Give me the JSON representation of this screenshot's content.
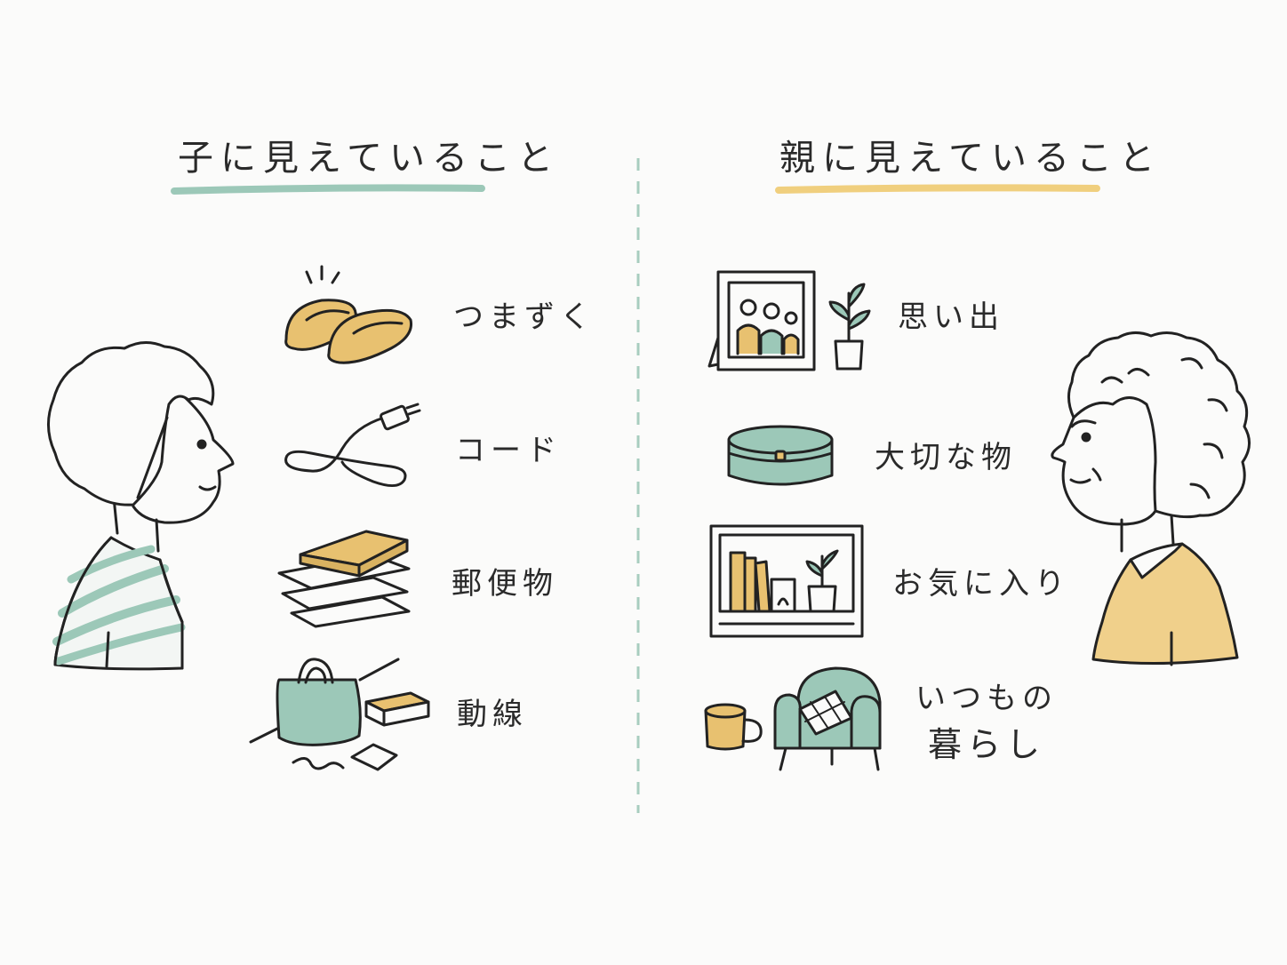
{
  "left_panel": {
    "heading": "子に見えていること",
    "accent_color": "#9cc8b8",
    "items": [
      {
        "label": "つまずく",
        "icon": "slippers-icon"
      },
      {
        "label": "コード",
        "icon": "power-cord-icon"
      },
      {
        "label": "郵便物",
        "icon": "mail-pile-icon"
      },
      {
        "label": "動線",
        "icon": "cluttered-floor-icon"
      }
    ]
  },
  "right_panel": {
    "heading": "親に見えていること",
    "accent_color": "#f0cf7e",
    "items": [
      {
        "label": "思い出",
        "icon": "family-photo-frame-icon"
      },
      {
        "label": "大切な物",
        "icon": "keepsake-box-icon"
      },
      {
        "label": "お気に入り",
        "icon": "bookshelf-icon"
      },
      {
        "label_line1": "いつもの",
        "label_line2": "暮らし",
        "icon": "armchair-and-mug-icon"
      }
    ]
  },
  "colors": {
    "mint": "#9cc8b8",
    "mustard": "#e8c170",
    "line": "#222222",
    "divider": "#a8cdbf"
  }
}
